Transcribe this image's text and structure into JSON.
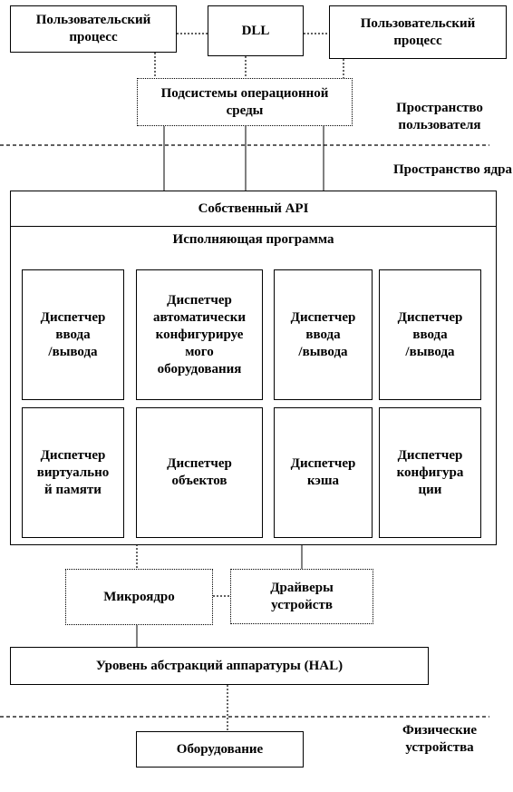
{
  "user_process_left": "Пользовательский\nпроцесс",
  "dll": "DLL",
  "user_process_right": "Пользовательский\nпроцесс",
  "subsystems": "Подсистемы операционной\nсреды",
  "user_space": "Пространство\nпользователя",
  "kernel_space": "Пространство ядра",
  "native_api": "Собственный API",
  "executive": "Исполняющая программа",
  "managers_row1": [
    "Диспетчер\nввода\n/вывода",
    "Диспетчер\nавтоматически\nконфигурируе\nмого\nоборудования",
    "Диспетчер\nввода\n/вывода",
    "Диспетчер\nввода\n/вывода"
  ],
  "managers_row2": [
    "Диспетчер\nвиртуально\nй памяти",
    "Диспетчер\nобъектов",
    "Диспетчер\nкэша",
    "Диспетчер\nконфигура\nции"
  ],
  "microkernel": "Микроядро",
  "device_drivers": "Драйверы\nустройств",
  "hal": "Уровень абстракций аппаратуры (HAL)",
  "hardware": "Оборудование",
  "physical_devices": "Физические\nустройства"
}
